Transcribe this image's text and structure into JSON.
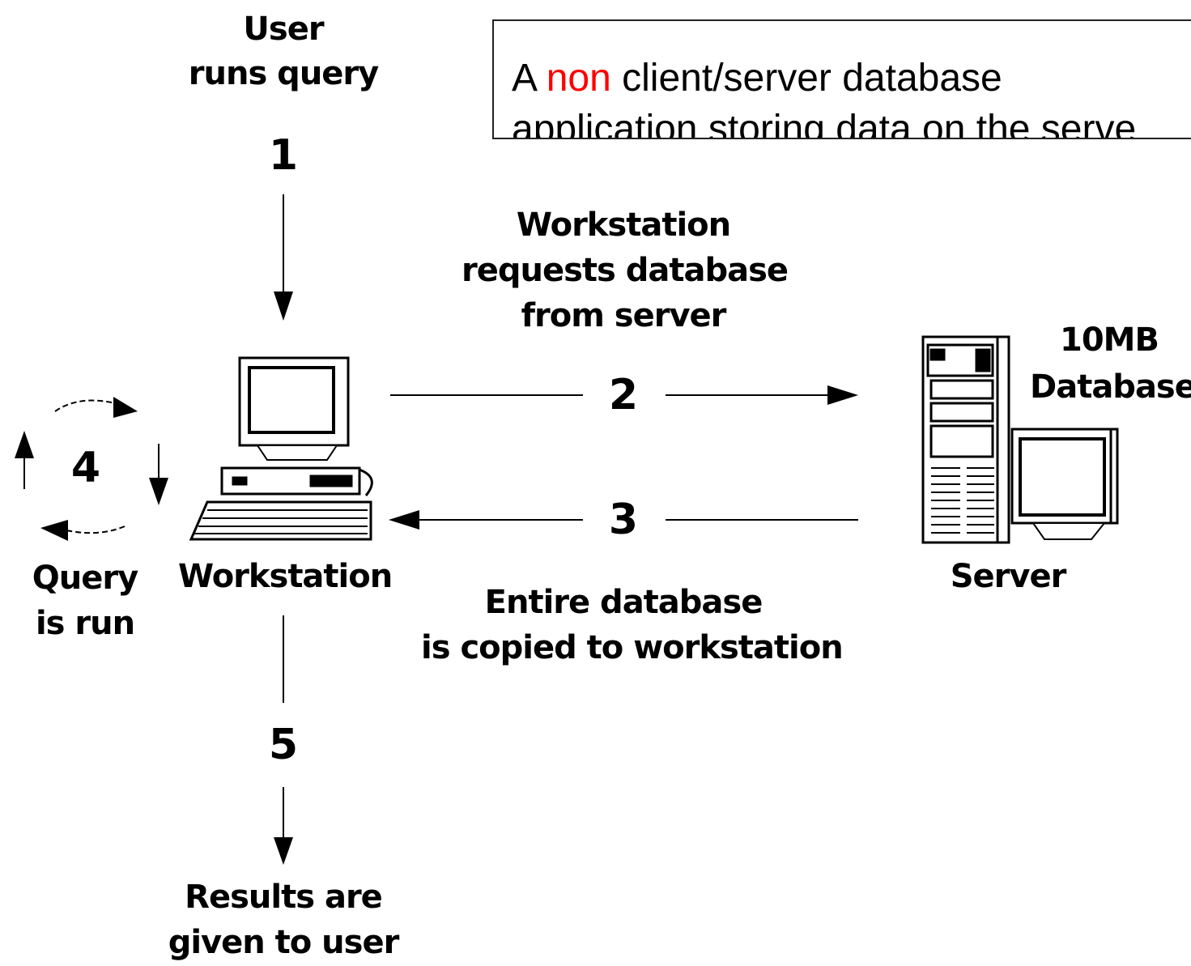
{
  "note": {
    "line1_pre": "A ",
    "line1_highlight": "non",
    "line1_post": " client/server database",
    "line2": "application storing data on the serve",
    "highlight_color": "#ff0000"
  },
  "labels": {
    "user_runs_query_1": "User",
    "user_runs_query_2": "runs query",
    "request_1": "Workstation",
    "request_2": "requests database",
    "request_3": "from server",
    "db_1": "10MB",
    "db_2": "Database",
    "query_1": "Query",
    "query_2": "is run",
    "workstation": "Workstation",
    "server": "Server",
    "copied_1": "Entire database",
    "copied_2": "is copied to workstation",
    "results_1": "Results are",
    "results_2": "given to user"
  },
  "steps": [
    "1",
    "2",
    "3",
    "4",
    "5"
  ],
  "icons": [
    "workstation-computer-icon",
    "server-tower-icon",
    "server-monitor-icon",
    "cycle-arrows-icon"
  ]
}
